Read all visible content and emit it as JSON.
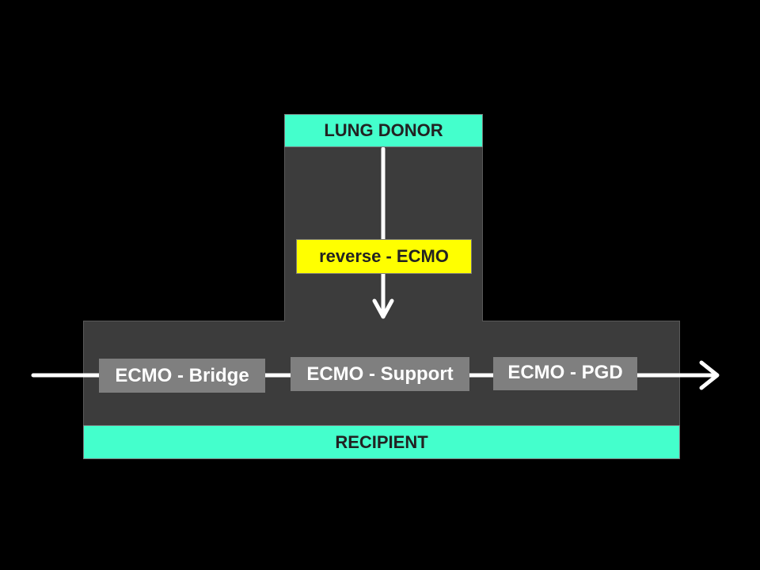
{
  "donor": {
    "label": "LUNG DONOR"
  },
  "recipient": {
    "label": "RECIPIENT"
  },
  "reverse_ecmo": {
    "label": "reverse - ECMO"
  },
  "stages": [
    {
      "label": "ECMO - Bridge"
    },
    {
      "label": "ECMO - Support"
    },
    {
      "label": "ECMO - PGD"
    }
  ],
  "colors": {
    "background": "#000000",
    "panel": "#3c3c3c",
    "band": "#44ffcc",
    "highlight": "#ffff00",
    "stage_box": "#7f7f7f",
    "arrow": "#ffffff"
  }
}
